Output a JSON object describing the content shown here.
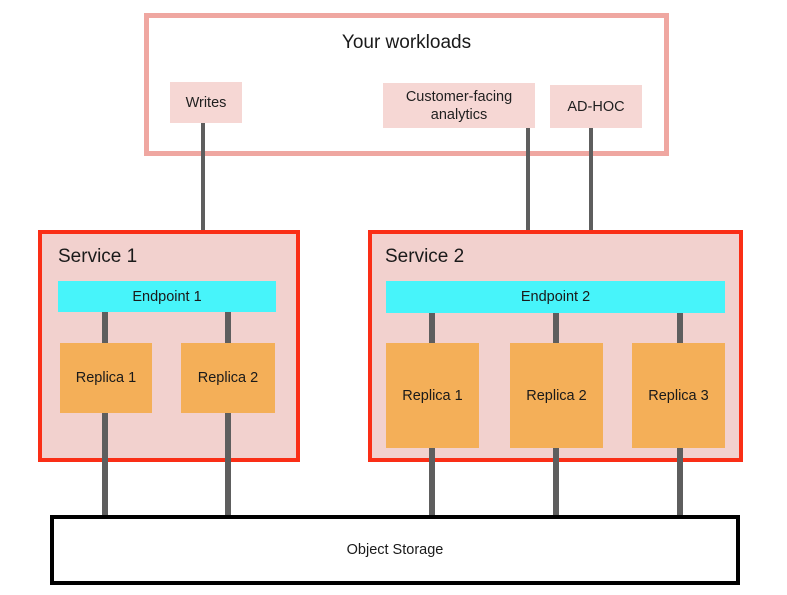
{
  "diagram": {
    "title": "Your workloads",
    "colors": {
      "workload_border": "#EFA7A1",
      "workload_chip": "#F6D7D4",
      "service_border": "#FA2E16",
      "service_fill": "#F2D1CE",
      "endpoint": "#47F4FA",
      "replica": "#F4AF58",
      "connector": "#5E5E5E",
      "storage_border": "#000000"
    }
  },
  "workloads": {
    "title": "Your workloads",
    "items": [
      {
        "label": "Writes"
      },
      {
        "label": "Customer-facing analytics"
      },
      {
        "label": "AD-HOC"
      }
    ]
  },
  "services": [
    {
      "title": "Service 1",
      "endpoint": "Endpoint 1",
      "replicas": [
        {
          "label": "Replica 1"
        },
        {
          "label": "Replica 2"
        }
      ]
    },
    {
      "title": "Service 2",
      "endpoint": "Endpoint 2",
      "replicas": [
        {
          "label": "Replica 1"
        },
        {
          "label": "Replica 2"
        },
        {
          "label": "Replica 3"
        }
      ]
    }
  ],
  "storage": {
    "label": "Object Storage"
  }
}
